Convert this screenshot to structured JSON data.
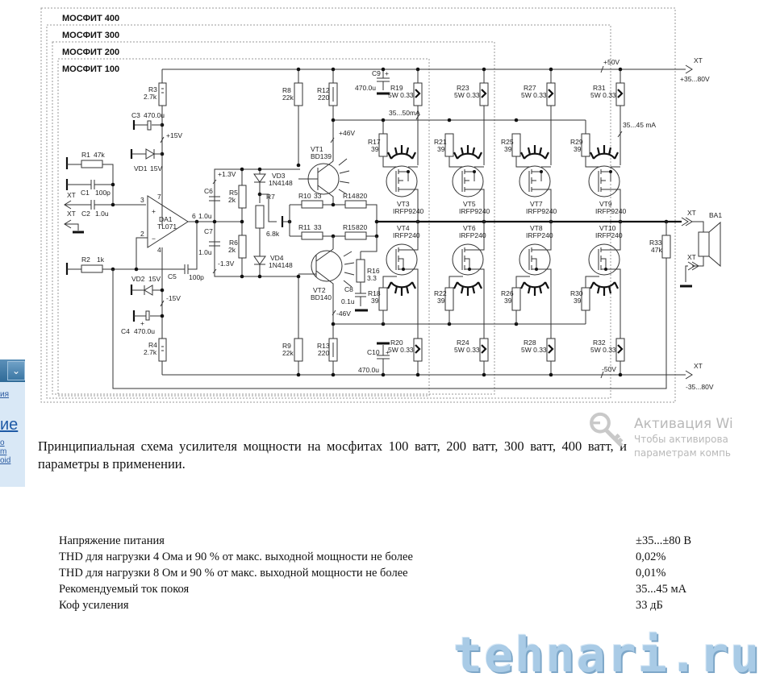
{
  "boxes": [
    {
      "title": "МОСФИТ 400"
    },
    {
      "title": "МОСФИТ 300"
    },
    {
      "title": "МОСФИТ 200"
    },
    {
      "title": "МОСФИТ 100"
    }
  ],
  "components": {
    "R1": {
      "ref": "R1",
      "value": "47k"
    },
    "R2": {
      "ref": "R2",
      "value": "1k"
    },
    "R3": {
      "ref": "R3",
      "value": "2.7k"
    },
    "R4": {
      "ref": "R4",
      "value": "2.7k"
    },
    "R5": {
      "ref": "R5",
      "value": "2k"
    },
    "R6": {
      "ref": "R6",
      "value": "2k"
    },
    "R7": {
      "ref": "R7",
      "value": "6.8k"
    },
    "R8": {
      "ref": "R8",
      "value": "22k"
    },
    "R9": {
      "ref": "R9",
      "value": "22k"
    },
    "R10": {
      "ref": "R10",
      "value": "33"
    },
    "R11": {
      "ref": "R11",
      "value": "33"
    },
    "R12": {
      "ref": "R12",
      "value": "220"
    },
    "R13": {
      "ref": "R13",
      "value": "220"
    },
    "R14": {
      "ref": "R14",
      "value": "820"
    },
    "R15": {
      "ref": "R15",
      "value": "820"
    },
    "R16": {
      "ref": "R16",
      "value": "3.3"
    },
    "R17": {
      "ref": "R17",
      "value": "39"
    },
    "R18": {
      "ref": "R18",
      "value": "39"
    },
    "R19": {
      "ref": "R19",
      "value": "5W 0.33"
    },
    "R20": {
      "ref": "R20",
      "value": "5W 0.33"
    },
    "R21": {
      "ref": "R21",
      "value": "39"
    },
    "R22": {
      "ref": "R22",
      "value": "39"
    },
    "R23": {
      "ref": "R23",
      "value": "5W 0.33"
    },
    "R24": {
      "ref": "R24",
      "value": "5W 0.33"
    },
    "R25": {
      "ref": "R25",
      "value": "39"
    },
    "R26": {
      "ref": "R26",
      "value": "39"
    },
    "R27": {
      "ref": "R27",
      "value": "5W 0.33"
    },
    "R28": {
      "ref": "R28",
      "value": "5W 0.33"
    },
    "R29": {
      "ref": "R29",
      "value": "39"
    },
    "R30": {
      "ref": "R30",
      "value": "39"
    },
    "R31": {
      "ref": "R31",
      "value": "5W 0.33"
    },
    "R32": {
      "ref": "R32",
      "value": "5W 0.33"
    },
    "R33": {
      "ref": "R33",
      "value": "47k"
    },
    "C1": {
      "ref": "C1",
      "value": "100p"
    },
    "C2": {
      "ref": "C2",
      "value": "1.0u"
    },
    "C3": {
      "ref": "C3",
      "value": "470.0u"
    },
    "C4": {
      "ref": "C4",
      "value": "470.0u"
    },
    "C5": {
      "ref": "C5",
      "value": "100p"
    },
    "C6": {
      "ref": "C6",
      "value": "1.0u"
    },
    "C7": {
      "ref": "C7",
      "value": "1.0u"
    },
    "C8": {
      "ref": "C8",
      "value": "0.1u"
    },
    "C9": {
      "ref": "C9",
      "value": "470.0u"
    },
    "C10": {
      "ref": "C10",
      "value": "470.0u"
    },
    "VD1": {
      "ref": "VD1",
      "value": "15V"
    },
    "VD2": {
      "ref": "VD2",
      "value": "15V"
    },
    "VD3": {
      "ref": "VD3",
      "value": "1N4148"
    },
    "VD4": {
      "ref": "VD4",
      "value": "1N4148"
    },
    "DA1": {
      "ref": "DA1",
      "value": "TL071"
    },
    "VT1": {
      "ref": "VT1",
      "value": "BD139"
    },
    "VT2": {
      "ref": "VT2",
      "value": "BD140"
    },
    "VT3": {
      "ref": "VT3",
      "value": "IRFP9240"
    },
    "VT4": {
      "ref": "VT4",
      "value": "IRFP240"
    },
    "VT5": {
      "ref": "VT5",
      "value": "IRFP9240"
    },
    "VT6": {
      "ref": "VT6",
      "value": "IRFP240"
    },
    "VT7": {
      "ref": "VT7",
      "value": "IRFP9240"
    },
    "VT8": {
      "ref": "VT8",
      "value": "IRFP240"
    },
    "VT9": {
      "ref": "VT9",
      "value": "IRFP9240"
    },
    "VT10": {
      "ref": "VT10",
      "value": "IRFP240"
    },
    "BA1": {
      "ref": "BA1"
    }
  },
  "annotations": {
    "plus15": "+15V",
    "minus15": "-15V",
    "plus13": "+1.3V",
    "minus13": "-1.3V",
    "plus46": "+46V",
    "minus46": "-46V",
    "plus50": "+50V",
    "minus50": "-50V",
    "i1": "35...50mA",
    "i2": "35...45 mA",
    "supply_pos": "+35...80V",
    "supply_neg": "-35...80V",
    "xt": "XT",
    "pin3": "3",
    "pin2": "2",
    "pin7": "7",
    "pin4": "4",
    "pin6": "6",
    "plus": "+",
    "minus": "−"
  },
  "sidebar": {
    "chevron": "⌄",
    "link1": "ия",
    "big_link": "ие",
    "links": [
      "о",
      "m",
      "oid"
    ]
  },
  "caption": "Принципиальная схема усилителя мощности на мосфитах 100 ватт, 200 ватт, 300 ватт, 400 ватт, и параметры в применении.",
  "activation": {
    "title": "Активация Wi",
    "line1": "Чтобы активирова",
    "line2": "параметрам компь"
  },
  "params": [
    {
      "name": "Напряжение питания",
      "value": "±35...±80 В"
    },
    {
      "name": "THD для нагрузки 4 Ома и 90 % от макс. выходной мощности не более",
      "value": "0,02%"
    },
    {
      "name": "THD для нагрузки 8 Ом и 90 % от макс. выходной мощности не более",
      "value": "0,01%"
    },
    {
      "name": "Рекомендуемый ток покоя",
      "value": "35...45 мА"
    },
    {
      "name": "Коф усиления",
      "value": "33 дБ"
    }
  ],
  "watermark": "tehnari.ru",
  "colors": {
    "sidebar_bg": "#d9e8f6",
    "sidebar_head": "#3b77a4",
    "link": "#1e5aa6",
    "watermark": "#a9cbe6"
  }
}
